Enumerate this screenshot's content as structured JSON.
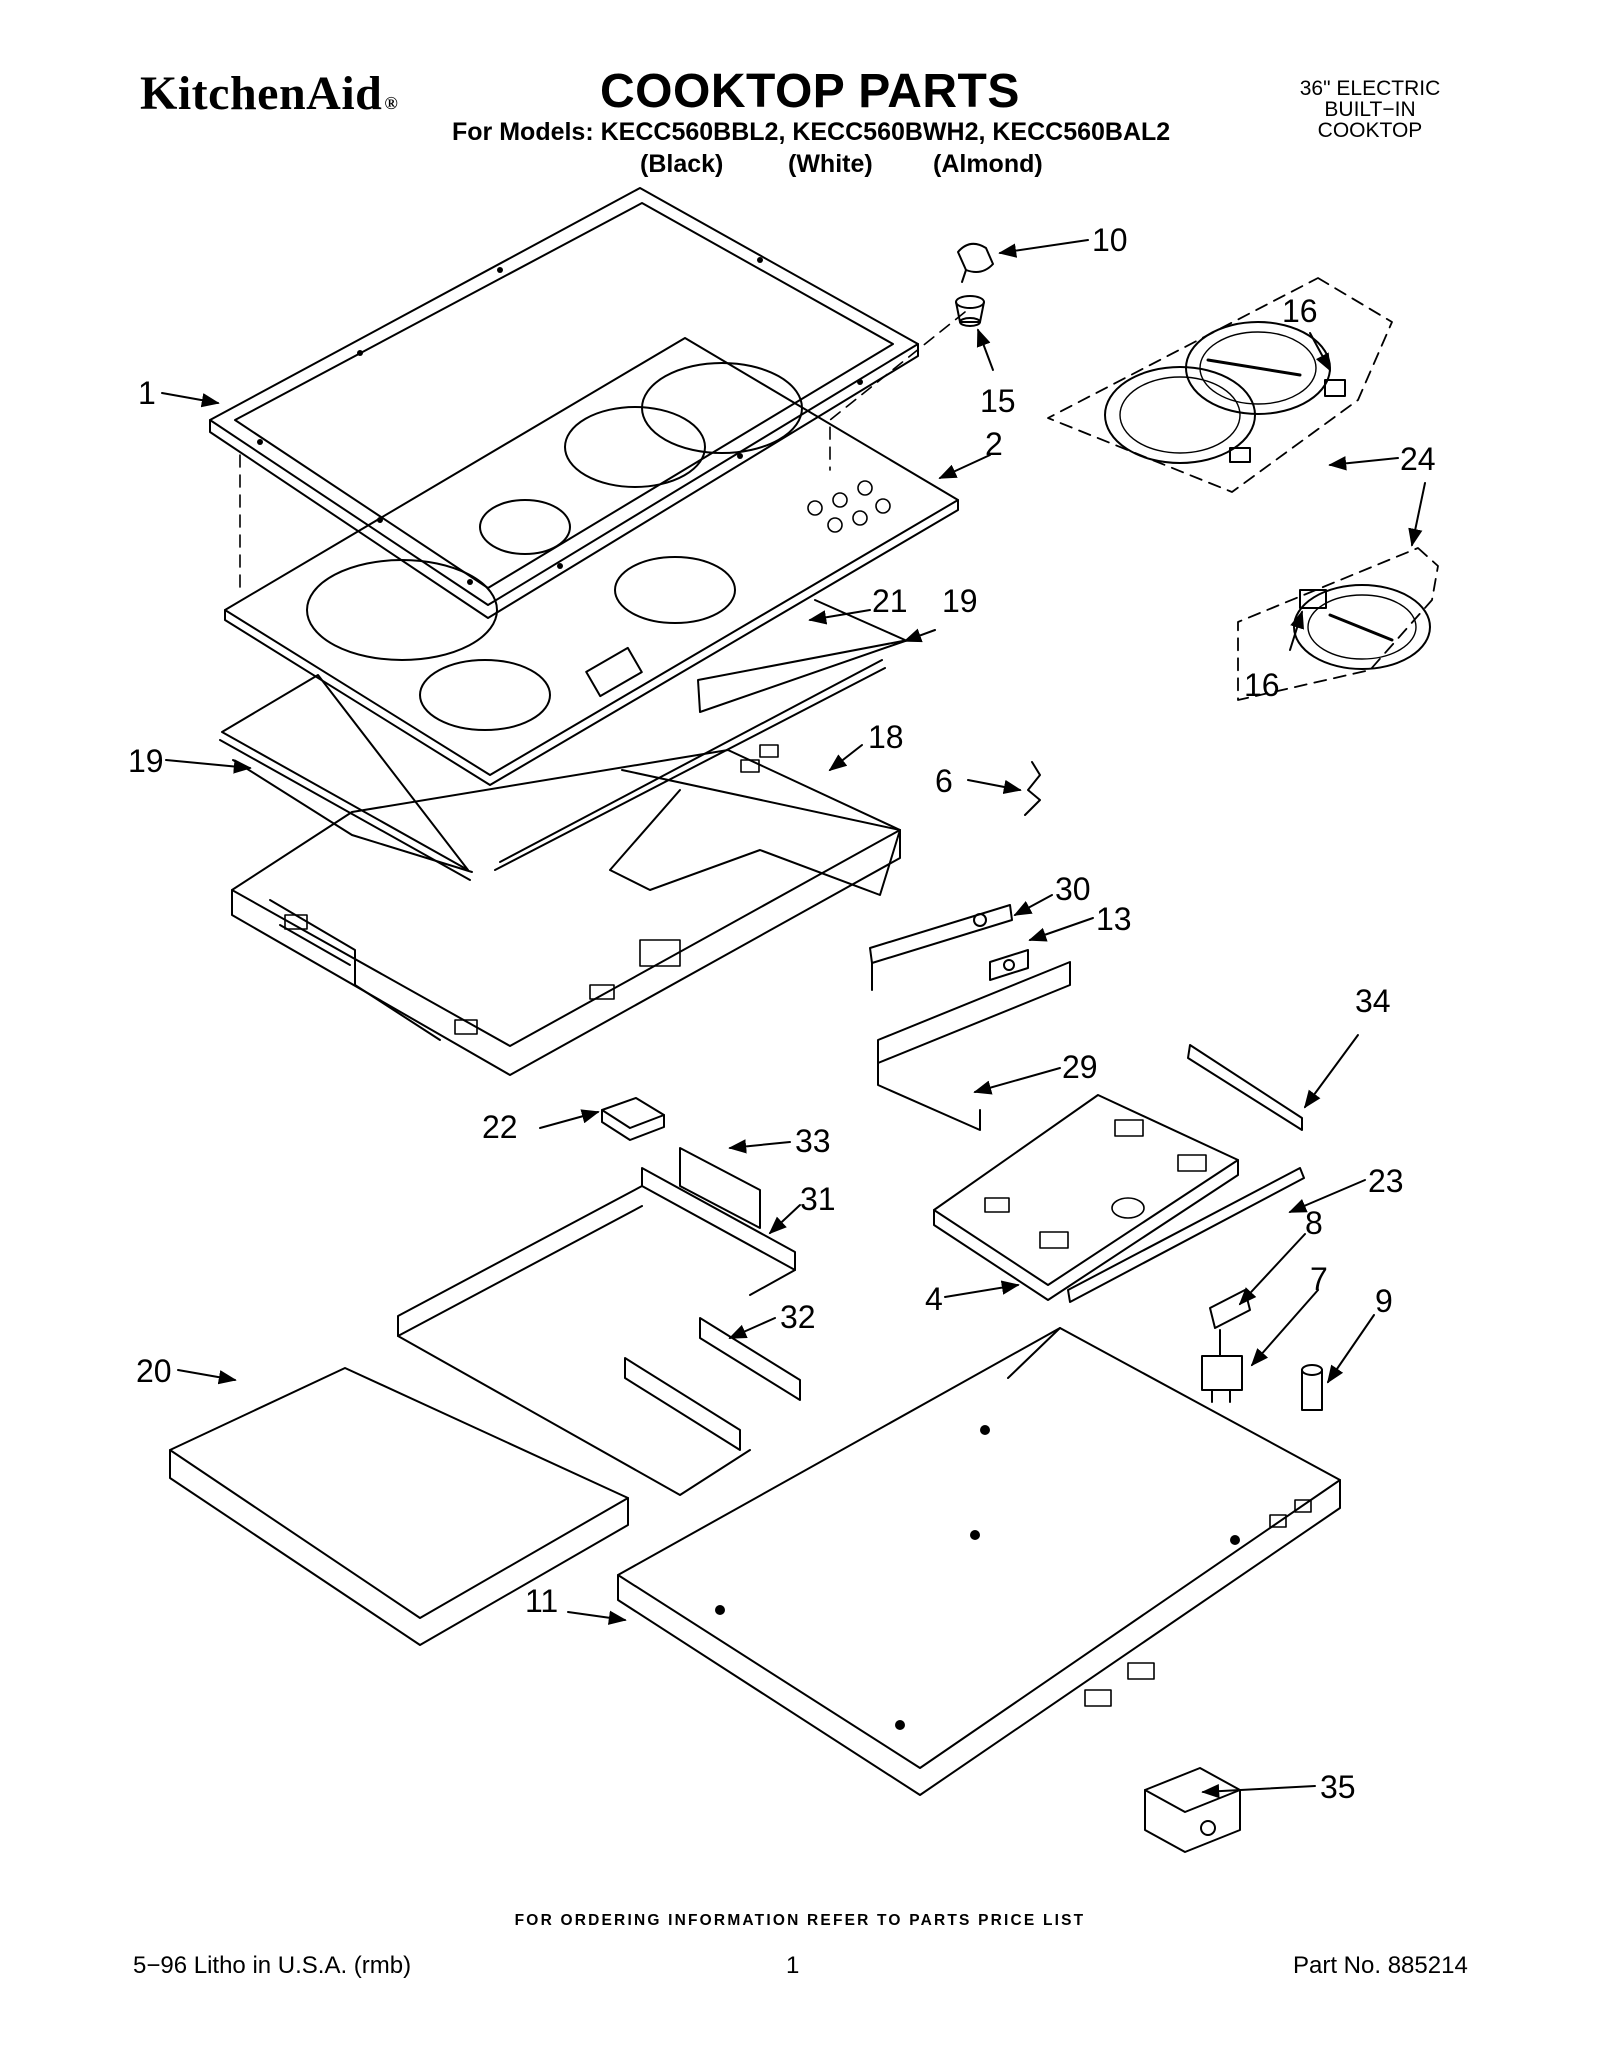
{
  "header": {
    "brand": "KitchenAid",
    "brand_mark": "®",
    "title": "COOKTOP PARTS",
    "models_line": "For Models: KECC560BBL2, KECC560BWH2, KECC560BAL2",
    "colors": [
      "(Black)",
      "(White)",
      "(Almond)"
    ],
    "product_type": [
      "36\" ELECTRIC",
      "BUILT−IN",
      "COOKTOP"
    ]
  },
  "callouts": [
    "1",
    "2",
    "4",
    "6",
    "7",
    "8",
    "9",
    "10",
    "11",
    "13",
    "15",
    "16",
    "16",
    "18",
    "19",
    "19",
    "20",
    "21",
    "22",
    "23",
    "24",
    "29",
    "30",
    "31",
    "32",
    "33",
    "34",
    "35"
  ],
  "footer": {
    "ordering_note": "FOR ORDERING INFORMATION REFER TO PARTS PRICE LIST",
    "litho": "5−96 Litho in U.S.A. (rmb)",
    "page": "1",
    "part_no": "Part No. 885214"
  }
}
